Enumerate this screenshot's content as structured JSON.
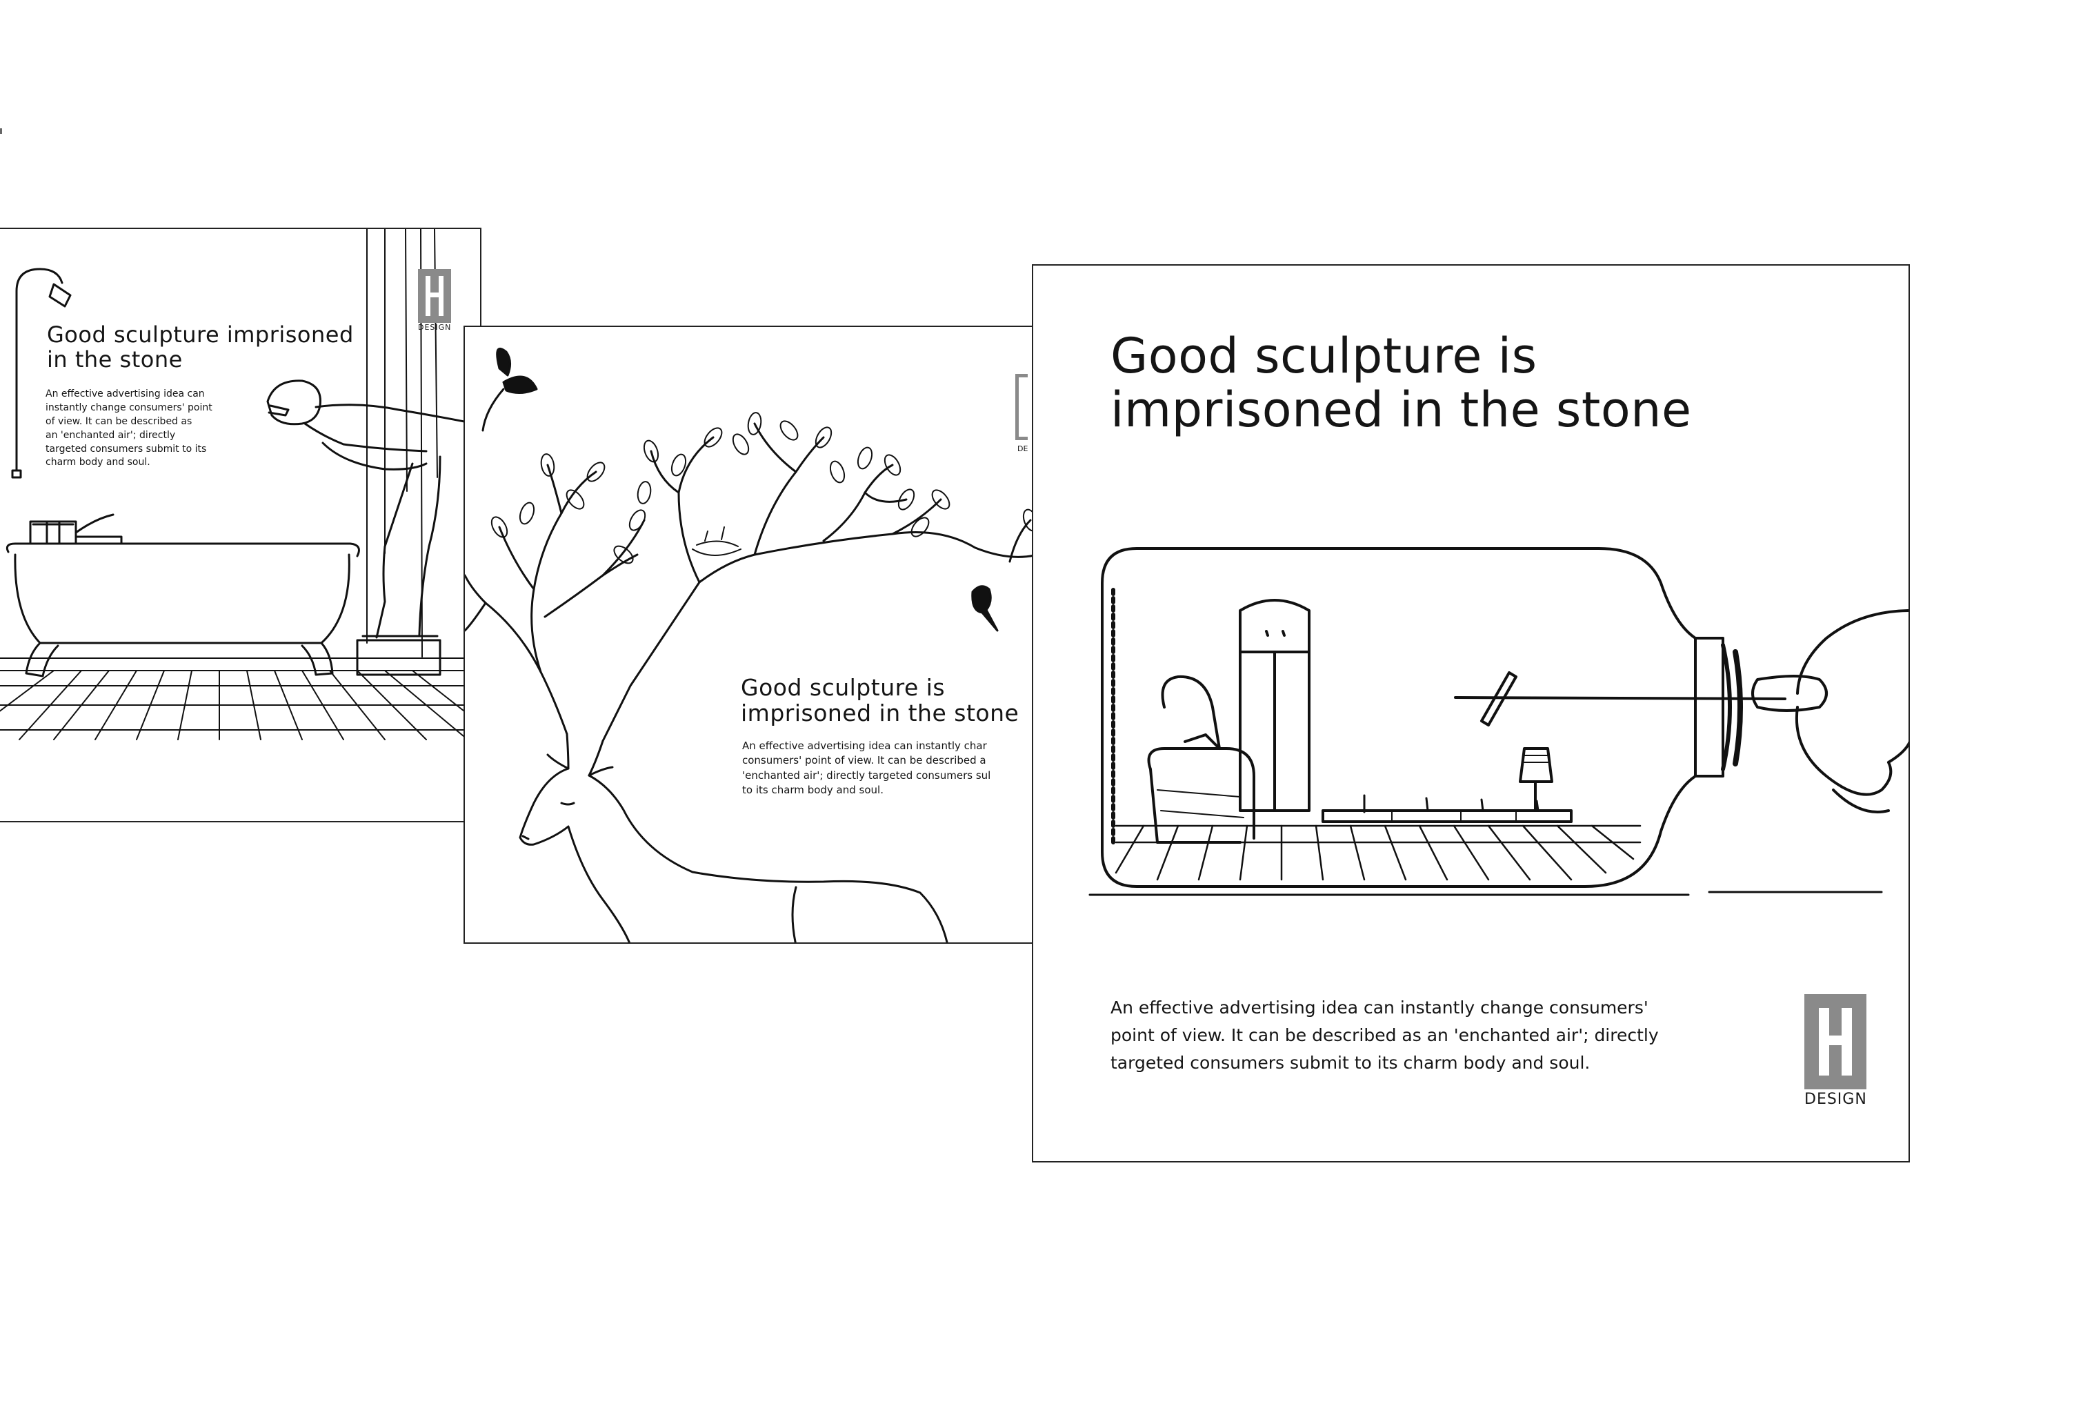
{
  "cards": [
    {
      "id": "bath",
      "headline_line1": "Good sculpture imprisoned",
      "headline_line2": "in the stone",
      "body_lines": [
        "An effective advertising idea can",
        "instantly change consumers' point",
        "of view. It can be described as",
        "an 'enchanted air'; directly",
        "targeted consumers submit to its",
        "charm body and soul."
      ],
      "logo_letter": "H",
      "logo_word": "DESIGN",
      "icons": [
        "shower-icon",
        "bathtub-icon",
        "swimmer-icon",
        "curtain-icon"
      ]
    },
    {
      "id": "deer",
      "headline_line1": "Good sculpture is",
      "headline_line2": "imprisoned in the stone",
      "body_lines": [
        "An effective advertising idea can instantly char",
        "consumers' point of view. It can be described a",
        "'enchanted air'; directly targeted consumers sul",
        "to its charm body and soul."
      ],
      "logo_word": "DE",
      "icons": [
        "deer-icon",
        "tree-antlers-icon",
        "bird-icon",
        "butterfly-icon",
        "nest-icon"
      ]
    },
    {
      "id": "bottle",
      "headline_line1": "Good sculpture is",
      "headline_line2": "imprisoned in the stone",
      "body_lines": [
        "An effective advertising idea can instantly change consumers'",
        "point of view. It can be described as an 'enchanted air'; directly",
        "targeted consumers submit to its charm body and soul."
      ],
      "logo_letter": "H",
      "logo_word": "DESIGN",
      "icons": [
        "bottle-icon",
        "hand-icon",
        "armchair-icon",
        "wardrobe-icon",
        "lamp-icon"
      ]
    }
  ],
  "colors": {
    "ink": "#151515",
    "logo_gray": "#8a8a8a",
    "background": "#ffffff"
  }
}
